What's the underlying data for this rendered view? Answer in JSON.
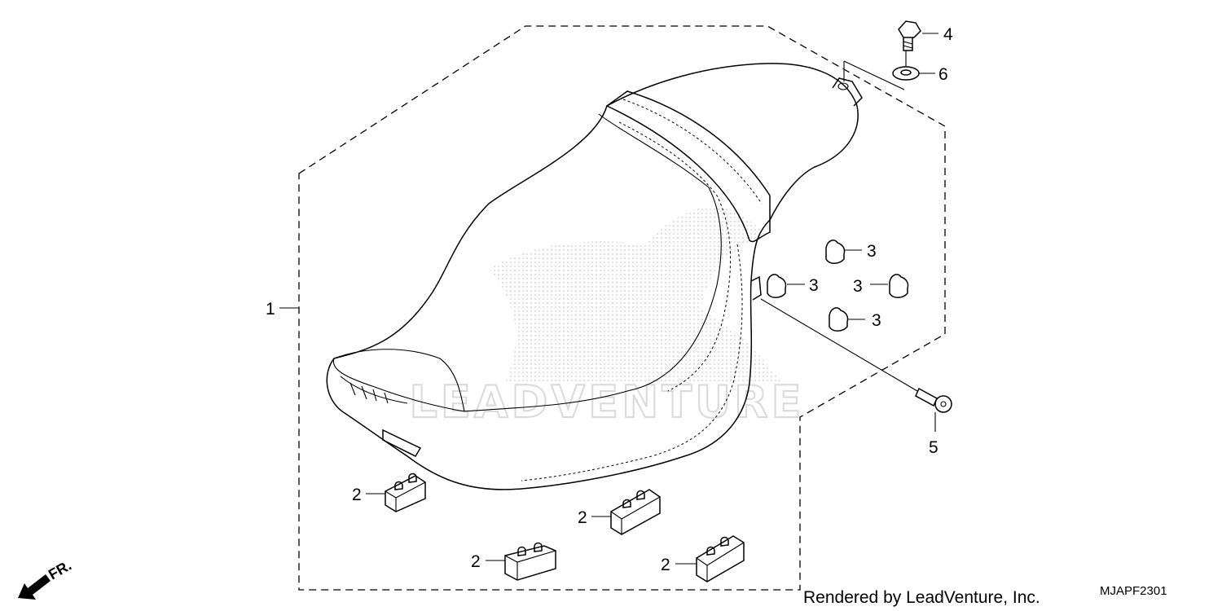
{
  "callouts": {
    "c1": "1",
    "c2a": "2",
    "c2b": "2",
    "c2c": "2",
    "c2d": "2",
    "c3a": "3",
    "c3b": "3",
    "c3c": "3",
    "c3d": "3",
    "c4": "4",
    "c5": "5",
    "c6": "6"
  },
  "front_indicator": "FR.",
  "watermark": "LEADVENTURE",
  "credit": "Rendered by LeadVenture, Inc.",
  "diagram_code": "MJAPF2301"
}
